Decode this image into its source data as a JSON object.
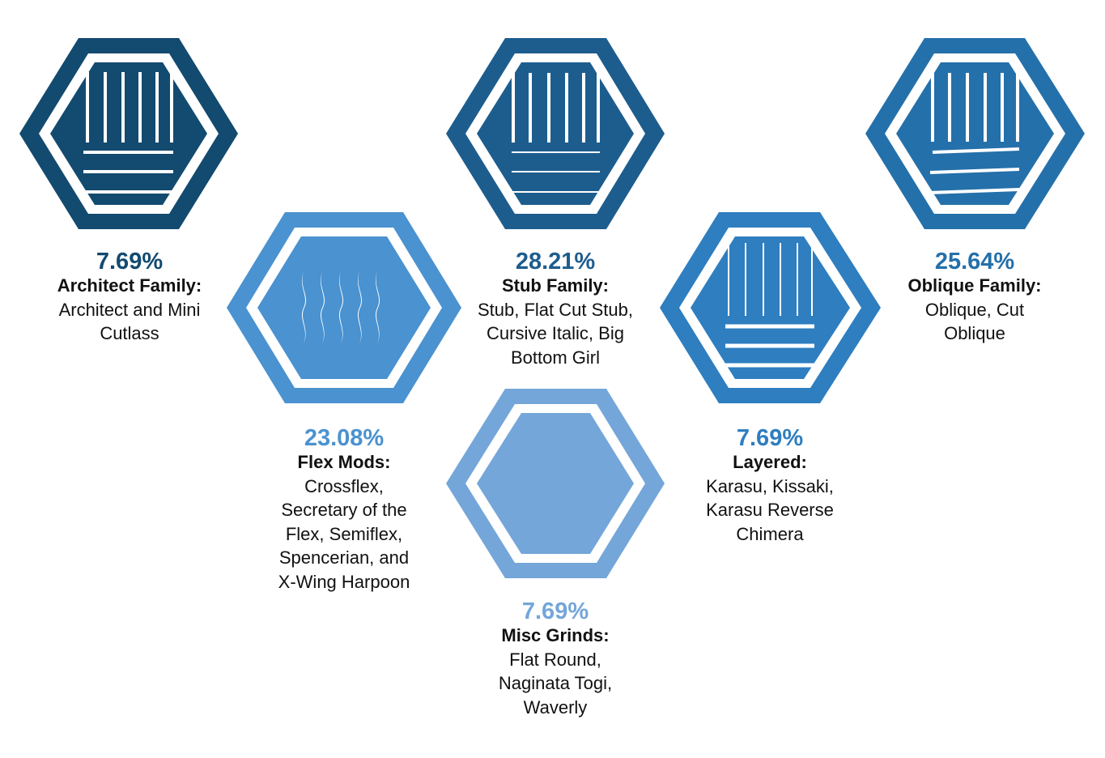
{
  "items": [
    {
      "pct": "7.69%",
      "name": "Architect Family:",
      "desc": "Architect and Mini Cutlass",
      "color": "#134a6f",
      "icon": "architect-lines-icon"
    },
    {
      "pct": "23.08%",
      "name": "Flex Mods:",
      "desc": "Crossflex, Secretary of the Flex, Semiflex, Spencerian, and X-Wing Harpoon",
      "color": "#4a92d0",
      "icon": "flex-tines-icon"
    },
    {
      "pct": "28.21%",
      "name": "Stub Family:",
      "desc": "Stub, Flat Cut Stub, Cursive Italic, Big Bottom Girl",
      "color": "#1d5d8e",
      "icon": "stub-lines-icon"
    },
    {
      "pct": "7.69%",
      "name": "Misc Grinds:",
      "desc": "Flat Round, Naginata Togi, Waverly",
      "color": "#74a6d9",
      "icon": "plain-hexagon-icon"
    },
    {
      "pct": "7.69%",
      "name": "Layered:",
      "desc": "Karasu, Kissaki, Karasu Reverse Chimera",
      "color": "#2e7ec0",
      "icon": "layered-lines-icon"
    },
    {
      "pct": "25.64%",
      "name": "Oblique Family:",
      "desc": "Oblique, Cut Oblique",
      "color": "#2470aa",
      "icon": "oblique-lines-icon"
    }
  ]
}
